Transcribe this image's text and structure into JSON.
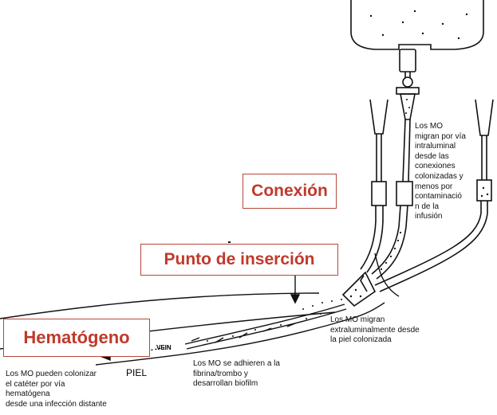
{
  "labels": {
    "conexion": "Conexión",
    "punto_insercion": "Punto de inserción",
    "hematogeno": "Hematógeno"
  },
  "notes": {
    "intraluminal": "Los MO\nmigran por vía\nintraluminal\ndesde las\nconexiones\ncolonizadas y\nmenos por\ncontaminació\nn de la\ninfusión",
    "extraluminal": "Los MO migran\nextraluminalmente desde\nla piel colonizada",
    "biofilm": "Los MO se adhieren a la\nfibrina/trombo y\ndesarrollan biofilm",
    "hematogena": "Los MO pueden  colonizar\nel catéter por vía\nhematógena\ndesde una infección distante"
  },
  "anatomy": {
    "piel": "PIEL",
    "vein": "VEIN"
  },
  "colors": {
    "accent": "#c0392b",
    "box_border": "#b5483a",
    "ink": "#111111"
  }
}
